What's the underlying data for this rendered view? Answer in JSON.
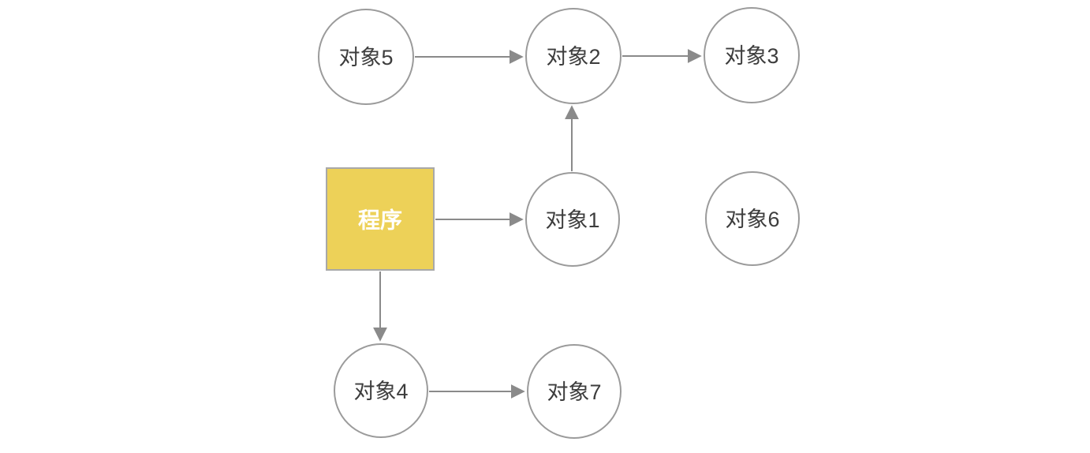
{
  "diagram": {
    "type": "flow-diagram",
    "nodes": {
      "program": {
        "label": "程序",
        "shape": "square"
      },
      "obj1": {
        "label": "对象1",
        "shape": "circle"
      },
      "obj2": {
        "label": "对象2",
        "shape": "circle"
      },
      "obj3": {
        "label": "对象3",
        "shape": "circle"
      },
      "obj4": {
        "label": "对象4",
        "shape": "circle"
      },
      "obj5": {
        "label": "对象5",
        "shape": "circle"
      },
      "obj6": {
        "label": "对象6",
        "shape": "circle"
      },
      "obj7": {
        "label": "对象7",
        "shape": "circle"
      }
    },
    "edges": [
      {
        "from": "程序",
        "to": "对象1"
      },
      {
        "from": "程序",
        "to": "对象4"
      },
      {
        "from": "对象1",
        "to": "对象2"
      },
      {
        "from": "对象5",
        "to": "对象2"
      },
      {
        "from": "对象2",
        "to": "对象3"
      },
      {
        "from": "对象4",
        "to": "对象7"
      }
    ],
    "colors": {
      "program_fill": "#edd158",
      "program_border": "#a8a8a8",
      "program_text": "#ffffff",
      "circle_fill": "#ffffff",
      "circle_stroke": "#9b9b9b",
      "arrow": "#8a8a8a",
      "label_text": "#3d3d3d",
      "background": "#ffffff"
    }
  }
}
